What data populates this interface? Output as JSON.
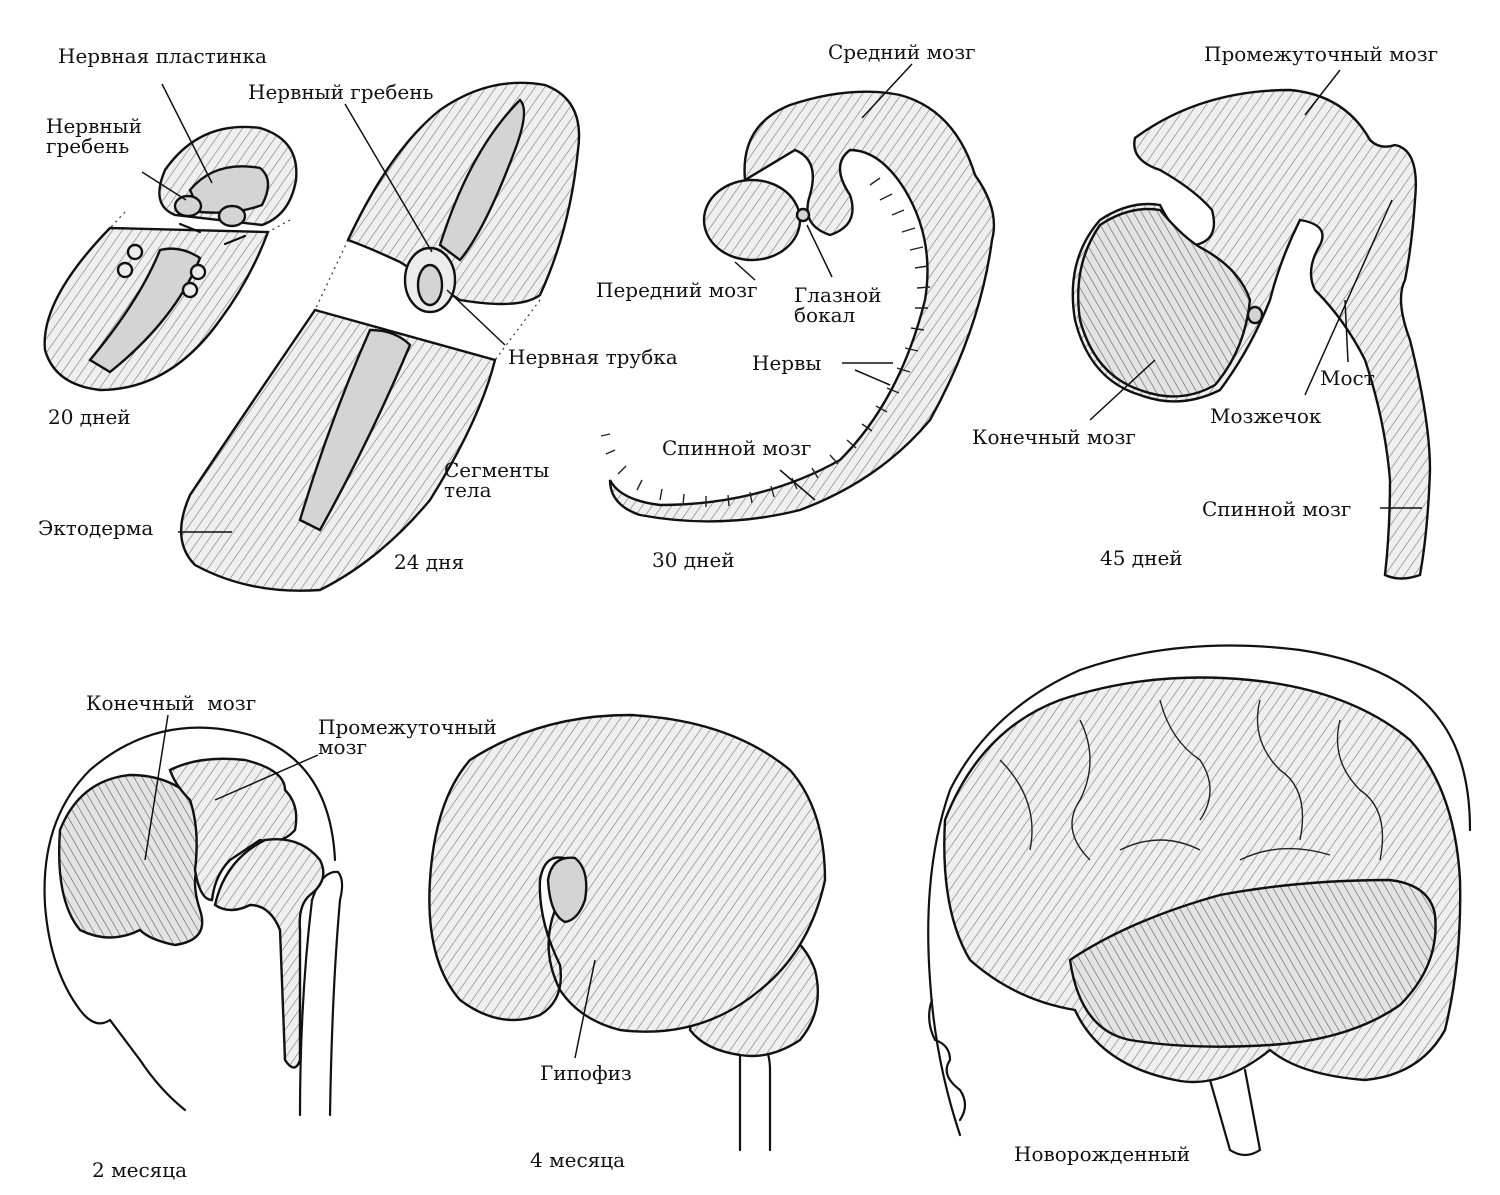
{
  "labels": {
    "neural_plate": "Нервная пластинка",
    "neural_crest_20": "Нервный\nгребень",
    "neural_crest_24": "Нервный гребень",
    "neural_tube": "Нервная трубка",
    "body_segments": "Сегменты\nтела",
    "ectoderm": "Эктодерма",
    "midbrain": "Средний мозг",
    "forebrain": "Передний мозг",
    "optic_cup": "Глазной\nбокал",
    "nerves": "Нервы",
    "spinal_cord_30": "Спинной мозг",
    "diencephalon_45": "Промежуточный мозг",
    "pons": "Мост",
    "cerebellum": "Мозжечок",
    "telencephalon_45": "Конечный мозг",
    "spinal_cord_45": "Спинной мозг",
    "telencephalon_2m": "Конечный  мозг",
    "diencephalon_2m": "Промежуточный\nмозг",
    "pituitary": "Гипофиз"
  },
  "stages": {
    "d20": "20 дней",
    "d24": "24 дня",
    "d30": "30 дней",
    "d45": "45 дней",
    "m2": "2 месяца",
    "m4": "4 месяца",
    "newborn": "Новорожденный"
  },
  "colors": {
    "ink": "#111111",
    "paper": "#ffffff",
    "tissue": "#ececec"
  }
}
